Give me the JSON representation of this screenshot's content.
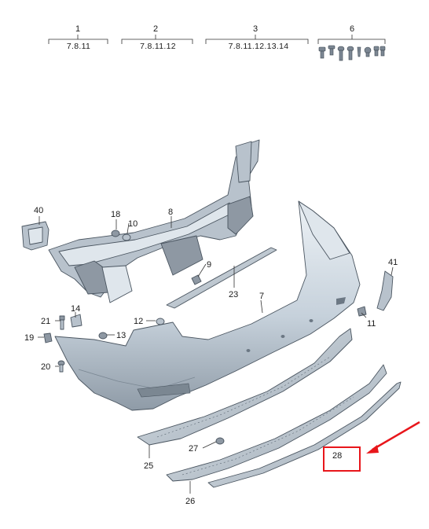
{
  "header_groups": [
    {
      "number": "1",
      "sub": "7.8.11"
    },
    {
      "number": "2",
      "sub": "7.8.11.12"
    },
    {
      "number": "3",
      "sub": "7.8.11.12.13.14"
    },
    {
      "number": "6",
      "sub": ""
    }
  ],
  "callouts": {
    "c40": "40",
    "c18": "18",
    "c10": "10",
    "c8": "8",
    "c9": "9",
    "c23": "23",
    "c7": "7",
    "c41": "41",
    "c11": "11",
    "c14": "14",
    "c21": "21",
    "c12": "12",
    "c13": "13",
    "c19": "19",
    "c20": "20",
    "c27": "27",
    "c25": "25",
    "c26": "26",
    "c28": "28"
  },
  "highlight": {
    "label": "28",
    "color": "#e8161b"
  },
  "colors": {
    "part_fill": "#c9d4de",
    "part_shadow": "#8e98a3",
    "arrow": "#e8161b"
  }
}
